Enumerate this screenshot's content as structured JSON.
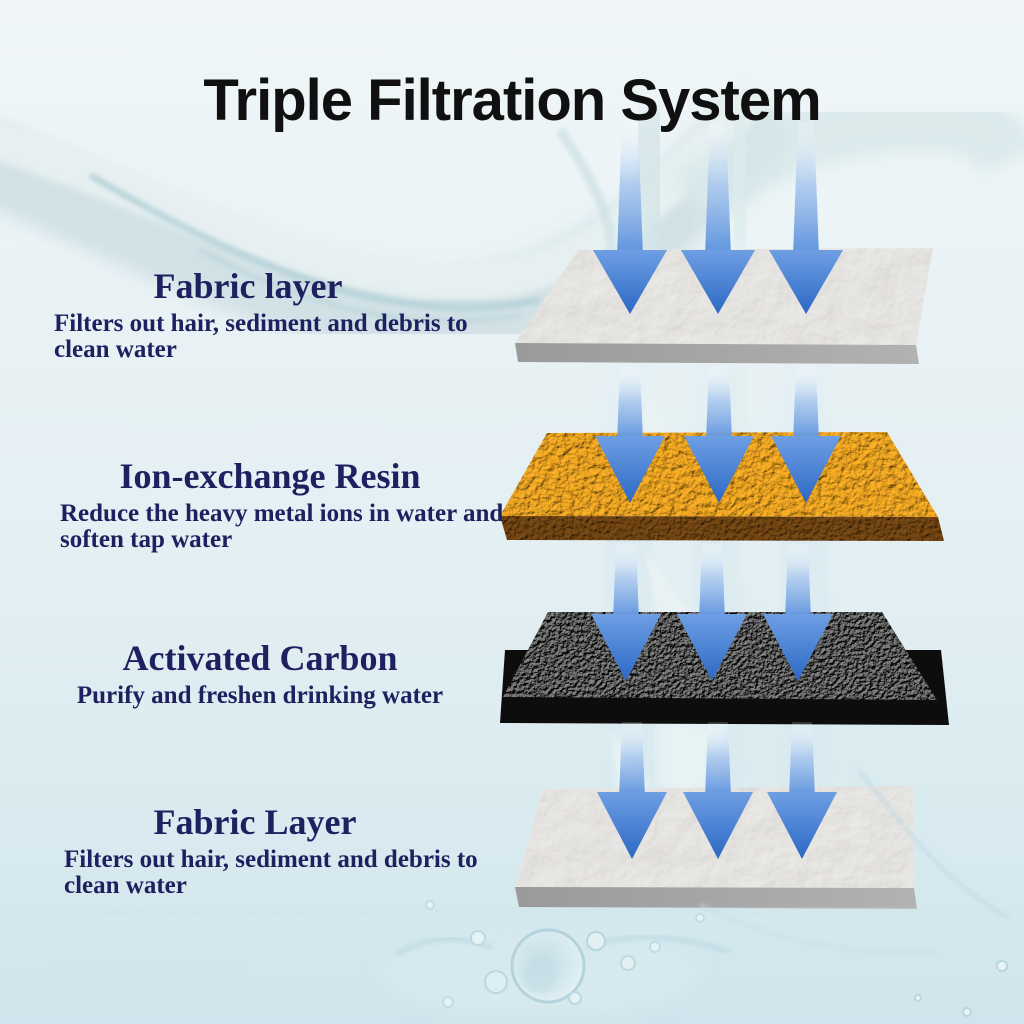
{
  "title": "Triple Filtration System",
  "stages": [
    {
      "name": "Fabric layer",
      "description": "Filters out hair, sediment and debris to clean water",
      "material": "fabric"
    },
    {
      "name": "Ion-exchange Resin",
      "description": "Reduce the heavy metal ions in water and soften tap water",
      "material": "ion-exchange-resin"
    },
    {
      "name": "Activated Carbon",
      "description": "Purify and freshen drinking water",
      "material": "activated-carbon"
    },
    {
      "name": "Fabric Layer",
      "description": "Filters out hair, sediment and debris to clean water",
      "material": "fabric"
    }
  ],
  "colors": {
    "title_text": "#101010",
    "label_text": "#1e2160",
    "arrow_blue": "#4a85d8",
    "resin_orange": "#e8920f",
    "carbon_black": "#141414",
    "fabric_gray": "#ebebe9",
    "background_tint": "#e3eff4"
  }
}
